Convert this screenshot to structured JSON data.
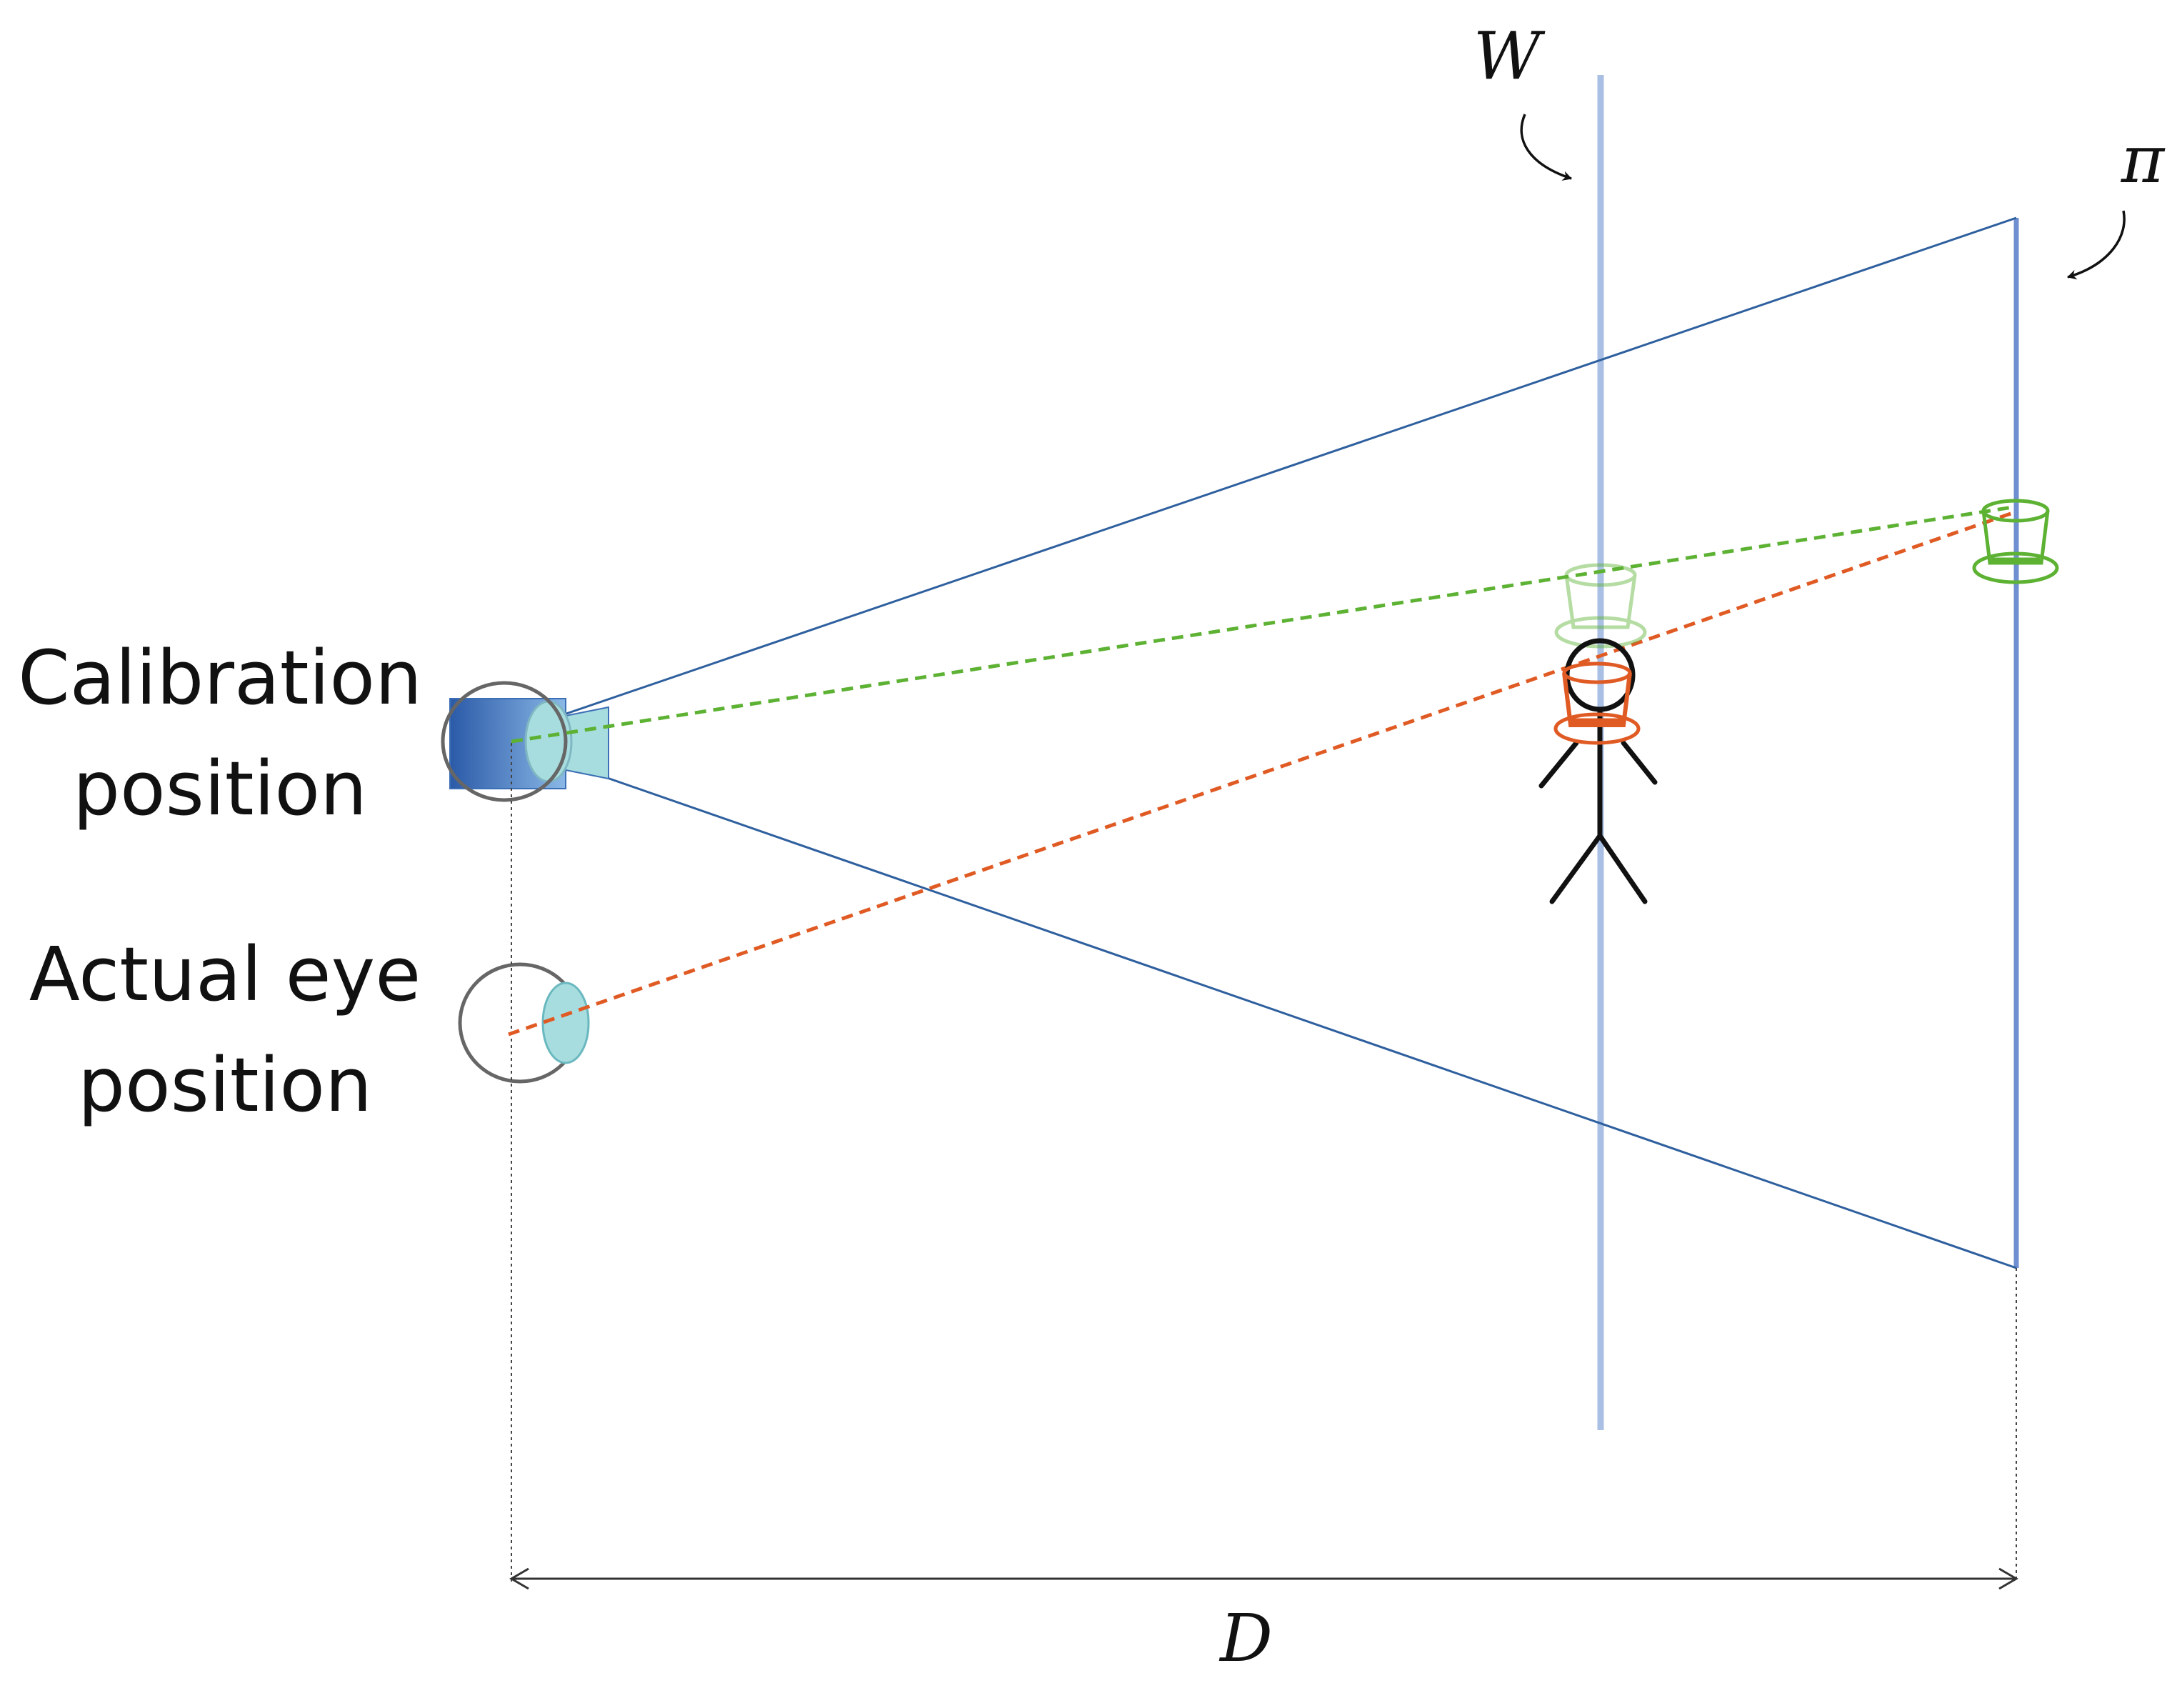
{
  "labels": {
    "calibration_line1": "Calibration",
    "calibration_line2": "position",
    "actual_line1": "Actual eye",
    "actual_line2": "position",
    "window_symbol": "W",
    "plane_symbol": "π",
    "distance_symbol": "D"
  },
  "colors": {
    "frustum": "#2e5f9e",
    "window_plane": "#a9bfe3",
    "image_plane": "#6f8fd0",
    "green_ray": "#5db234",
    "orange_ray": "#e05a24",
    "eye_outline": "#666666",
    "lens": "#a8dde0",
    "camera_dark": "#2b5aa8",
    "stick_figure": "#111111"
  },
  "icons": {
    "camera": "camera-icon",
    "calibration_eye": "eye-icon",
    "actual_eye": "eye-icon",
    "figure": "stick-figure-icon",
    "virtual_hat": "top-hat-icon",
    "projected_hat": "top-hat-icon",
    "real_hat": "top-hat-icon"
  }
}
